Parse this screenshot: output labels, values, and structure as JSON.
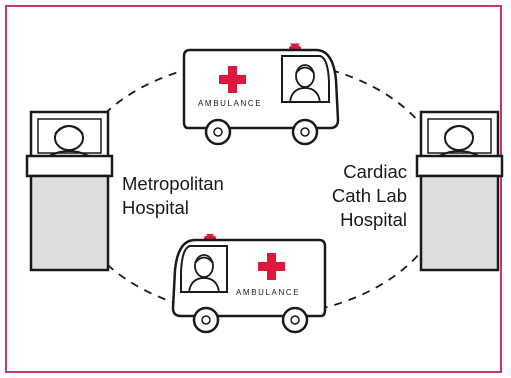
{
  "labels": {
    "left_hospital": [
      "Metropolitan",
      "Hospital"
    ],
    "right_hospital": [
      "Cardiac",
      "Cath Lab",
      "Hospital"
    ]
  },
  "ambulance": {
    "text_top": "AMBULANCE",
    "text_bottom": "AMBULANCE"
  },
  "colors": {
    "frame": "#c8385e",
    "cross": "#e0173c",
    "siren": "#e0173c",
    "bed_body": "#dedede",
    "outline": "#1a1a1a"
  }
}
